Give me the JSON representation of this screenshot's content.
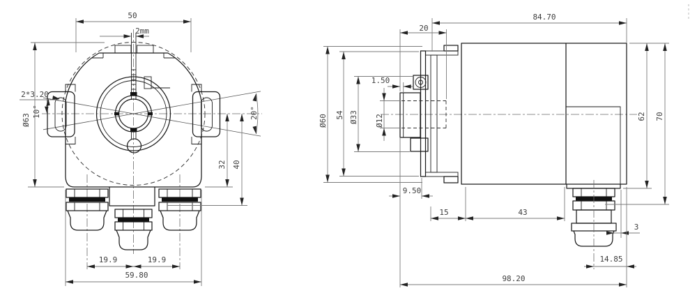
{
  "drawing": {
    "front_view": {
      "dims": {
        "top_width": "50",
        "key_slot_width": "2mm",
        "ear_slot_spec": "2*3.20",
        "half_angle": "10°",
        "body_diameter": "Ø63",
        "full_angle": "20°",
        "center_to_bottom": "32",
        "center_to_gland": "40",
        "gland_pitch_left": "19.9",
        "gland_pitch_right": "19.9",
        "overall_width": "59.80"
      }
    },
    "side_view": {
      "dims": {
        "flange_to_rear": "84.70",
        "hole_depth": "20",
        "shaft_step": "1.50",
        "flange_diameter": "Ø60",
        "plate_height": "54",
        "boss_diameter": "Ø33",
        "shaft_diameter": "Ø12",
        "shaft_to_flange": "9.50",
        "flange_to_body": "15",
        "body_length": "43",
        "body_height": "62",
        "total_height": "70",
        "gland_edge_gap": "3",
        "gland_offset": "14.85",
        "overall_length": "98.20"
      }
    }
  }
}
